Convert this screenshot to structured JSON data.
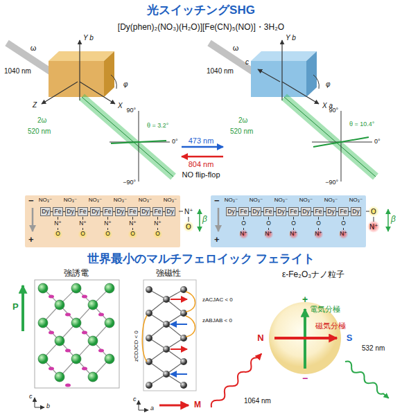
{
  "diagram": {
    "title": "光スイッチングSHG",
    "nodes": [
      {
        "text": [
          "−",
          "+"
        ]
      },
      {
        "text": [
          "Dy"
        ],
        "in": 0
      },
      {
        "text": [
          "Fe"
        ],
        "in": 0
      },
      {
        "text": [
          "Dy"
        ],
        "in": 0
      },
      {
        "text": [
          "Fe"
        ],
        "in": 0
      },
      {
        "text": [
          "Dy"
        ],
        "in": 0
      },
      {
        "text": [
          "Fe"
        ],
        "in": 0
      },
      {
        "text": [
          "Dy"
        ],
        "in": 0
      },
      {
        "text": [
          "Fe"
        ],
        "in": 0
      },
      {
        "text": [
          "Dy"
        ],
        "in": 0
      },
      {
        "text": [
          "Fe"
        ],
        "in": 0
      },
      {
        "text": [
          "Dy"
        ],
        "in": 0
      },
      {
        "text": [
          "−",
          "+"
        ]
      },
      {
        "text": [
          "Dy"
        ],
        "in": 12
      },
      {
        "text": [
          "Fe"
        ],
        "in": 12
      },
      {
        "text": [
          "Dy"
        ],
        "in": 12
      },
      {
        "text": [
          "Fe"
        ],
        "in": 12
      },
      {
        "text": [
          "Dy"
        ],
        "in": 12
      },
      {
        "text": [
          "Fe"
        ],
        "in": 12
      },
      {
        "text": [
          "Dy"
        ],
        "in": 12
      },
      {
        "text": [
          "Fe"
        ],
        "in": 12
      },
      {
        "text": [
          "Dy"
        ],
        "in": 12
      },
      {
        "text": [
          "Fe"
        ],
        "in": 12
      },
      {
        "text": [
          "Dy"
        ],
        "in": 12
      }
    ],
    "edges": [
      {
        "from": 1,
        "to": 2,
        "arrow": "none"
      },
      {
        "from": 2,
        "to": 3,
        "arrow": "none"
      },
      {
        "from": 3,
        "to": 4,
        "arrow": "none"
      },
      {
        "from": 4,
        "to": 5,
        "arrow": "none"
      },
      {
        "from": 5,
        "to": 6,
        "arrow": "none"
      },
      {
        "from": 6,
        "to": 7,
        "arrow": "none"
      },
      {
        "from": 7,
        "to": 8,
        "arrow": "none"
      },
      {
        "from": 8,
        "to": 9,
        "arrow": "none"
      },
      {
        "from": 9,
        "to": 10,
        "arrow": "none"
      },
      {
        "from": 10,
        "to": 11,
        "arrow": "none"
      },
      {
        "from": 13,
        "to": 14,
        "arrow": "none"
      },
      {
        "from": 14,
        "to": 15,
        "arrow": "none"
      },
      {
        "from": 15,
        "to": 16,
        "arrow": "none"
      },
      {
        "from": 16,
        "to": 17,
        "arrow": "none"
      },
      {
        "from": 17,
        "to": 18,
        "arrow": "none"
      },
      {
        "from": 18,
        "to": 19,
        "arrow": "none"
      },
      {
        "from": 19,
        "to": 20,
        "arrow": "none"
      },
      {
        "from": 20,
        "to": 21,
        "arrow": "none"
      },
      {
        "from": 21,
        "to": 22,
        "arrow": "none"
      },
      {
        "from": 22,
        "to": 23,
        "arrow": "none"
      }
    ],
    "labels": [
      "[Dy(phen)₂(NO₃)(H₂O)][Fe(CN)₅(NO)]・3H₂O",
      "Y b",
      "Z",
      "X",
      "φ",
      "ω",
      "1040 nm",
      "2ω",
      "520 nm",
      "90°",
      "0°",
      "−90°",
      "θ = 3.2°",
      "Y b",
      "c",
      "φ",
      "X a",
      "ω",
      "1040 nm",
      "2ω",
      "520 nm",
      "90°",
      "0°",
      "−90°",
      "θ = 10.4°",
      "473 nm",
      "804 nm",
      "NO flip-flop",
      "NO₃⁻",
      "NO₃⁻",
      "NO₃⁻",
      "NO₃⁻",
      "NO₃⁻",
      "NO₃⁻",
      "N⁺",
      "N⁺",
      "N⁺",
      "N⁺",
      "N⁺",
      "O",
      "O",
      "O",
      "O",
      "O",
      "N⁺",
      "O",
      "β",
      "NO₃⁻",
      "NO₃⁻",
      "NO₃⁻",
      "NO₃⁻",
      "NO₃⁻",
      "NO₃⁻",
      "O",
      "O",
      "O",
      "O",
      "O",
      "N⁺",
      "N⁺",
      "N⁺",
      "N⁺",
      "N⁺",
      "O",
      "N⁺",
      "β",
      "世界最小のマルチフェロイック フェライト",
      "強誘電",
      "強磁性",
      "ε-Fe₂O₃ナノ粒子",
      "P",
      "c",
      "b",
      "zACJAC < 0",
      "zABJAB < 0",
      "zCDJCD < 0",
      "c",
      "a",
      "M",
      "電気分極",
      "磁気分極",
      "+",
      "−",
      "N",
      "S",
      "1064 nm",
      "532 nm"
    ]
  }
}
